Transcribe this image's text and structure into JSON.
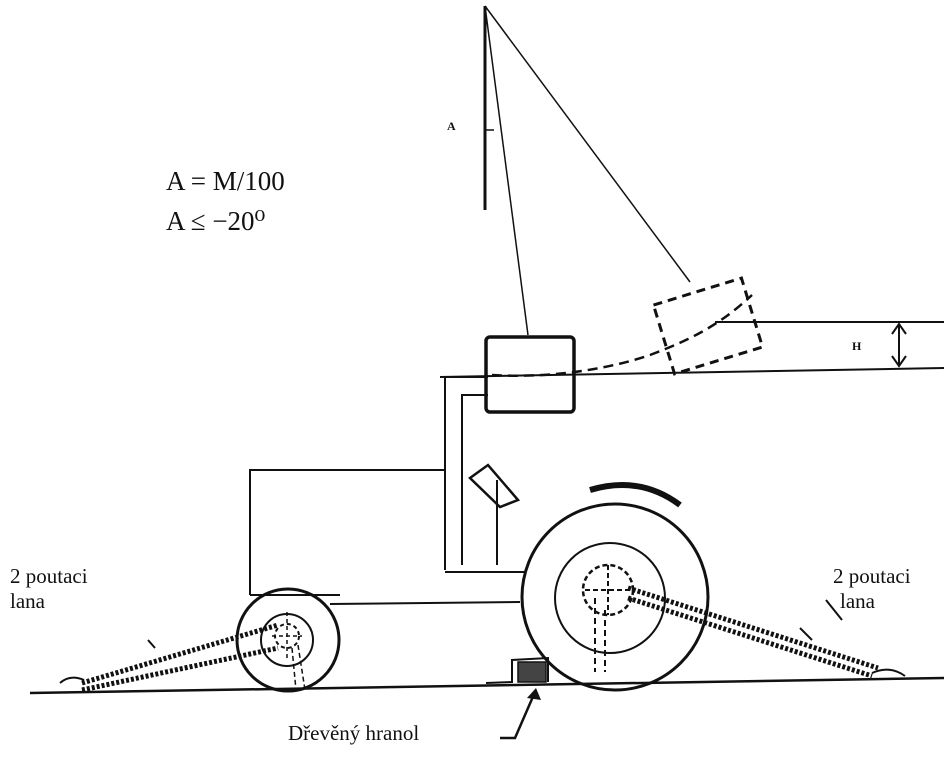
{
  "formulas": {
    "line1": "A = M/100",
    "line2": "A ≤ −20⁰"
  },
  "labels": {
    "angle": "A",
    "height": "H",
    "ropes_left_line1": "2 poutaci",
    "ropes_left_line2": "lana",
    "ropes_right_line1": "2 poutaci",
    "ropes_right_line2": "lana",
    "wood_block": "Dřevěný hranol"
  },
  "colors": {
    "ink": "#111111",
    "background": "#ffffff"
  }
}
